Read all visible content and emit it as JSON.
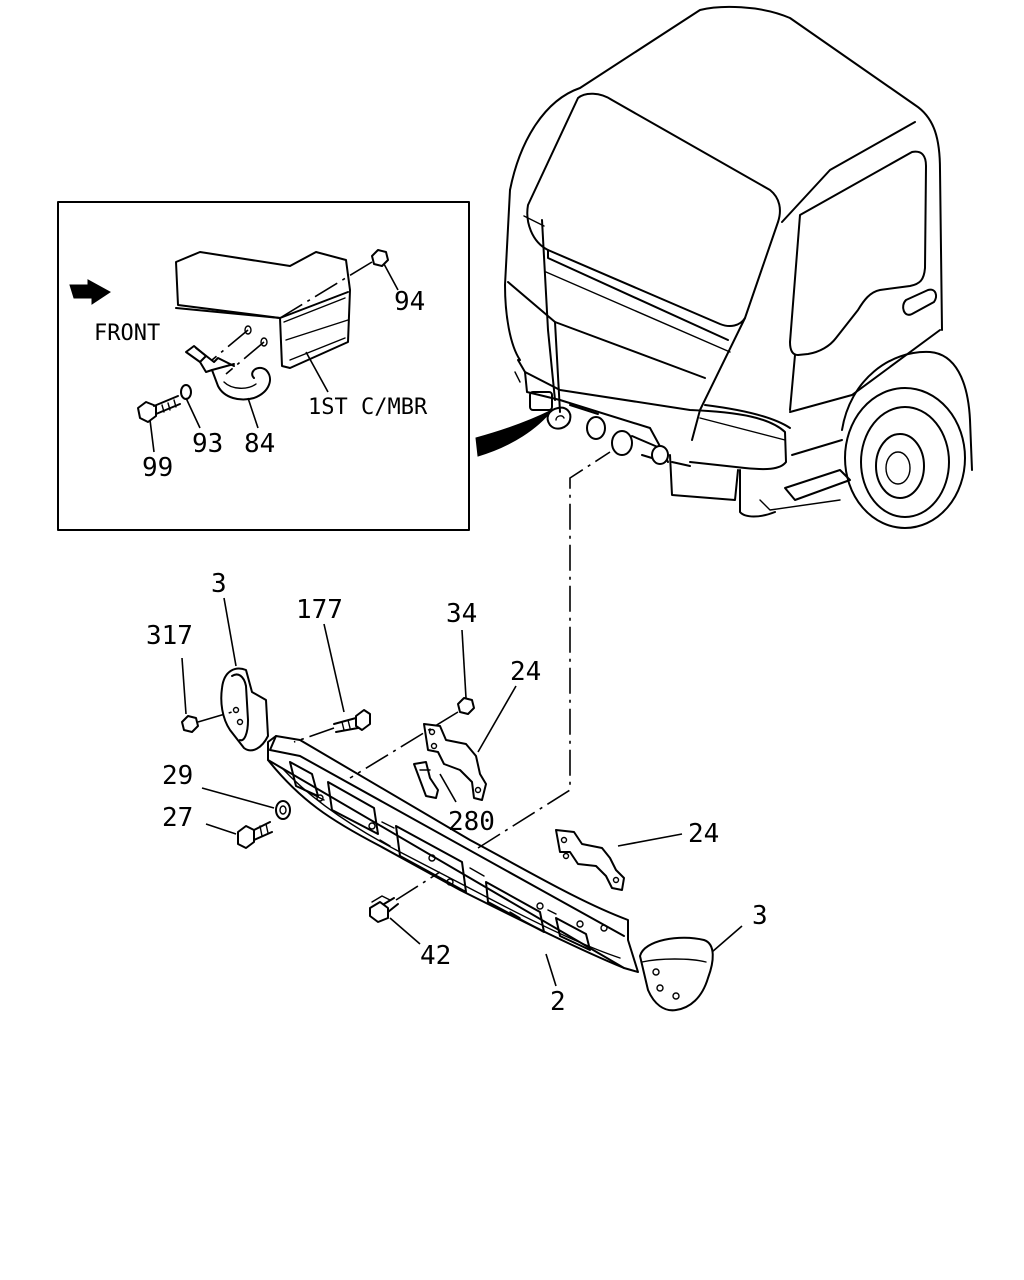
{
  "inset": {
    "front_label": "FRONT",
    "member_label": "1ST C/MBR",
    "callouts": [
      "94",
      "93",
      "84",
      "99"
    ]
  },
  "callouts": {
    "c3a": "3",
    "c317": "317",
    "c177": "177",
    "c34": "34",
    "c24a": "24",
    "c29": "29",
    "c280": "280",
    "c27": "27",
    "c24b": "24",
    "c42": "42",
    "c3b": "3",
    "c2": "2"
  },
  "colors": {
    "line": "#000000",
    "background": "#ffffff"
  }
}
